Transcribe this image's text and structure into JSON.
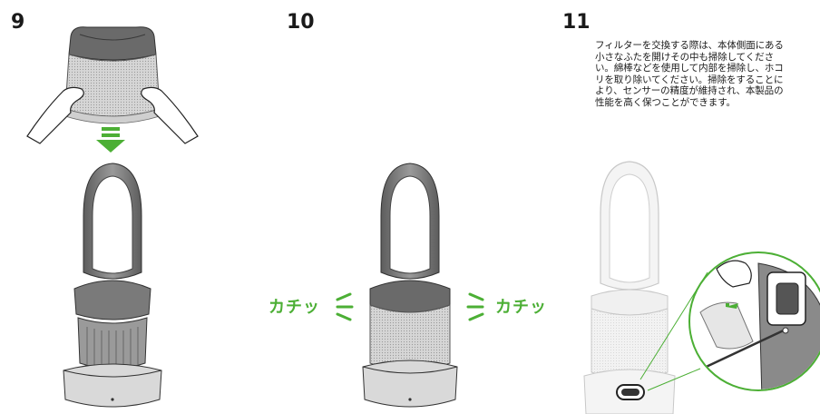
{
  "steps": [
    {
      "number": "9"
    },
    {
      "number": "10"
    },
    {
      "number": "11"
    }
  ],
  "click_sound": {
    "left": "カチッ",
    "right": "カチッ"
  },
  "step11_text": [
    "フィルターを交換する際は、本体側面にある",
    "小さなふたを開けその中も掃除してくださ",
    "い。綿棒などを使用して内部を掃除し、ホコ",
    "リを取り除いてください。掃除をすることに",
    "より、センサーの精度が維持され、本製品の",
    "性能を高く保つことができます。"
  ],
  "colors": {
    "accent_green": "#4caf35",
    "device_dark": "#6a6a6a",
    "device_light": "#bdbdbd"
  },
  "icons": [
    "down-arrow-icon",
    "click-lines-icon"
  ]
}
